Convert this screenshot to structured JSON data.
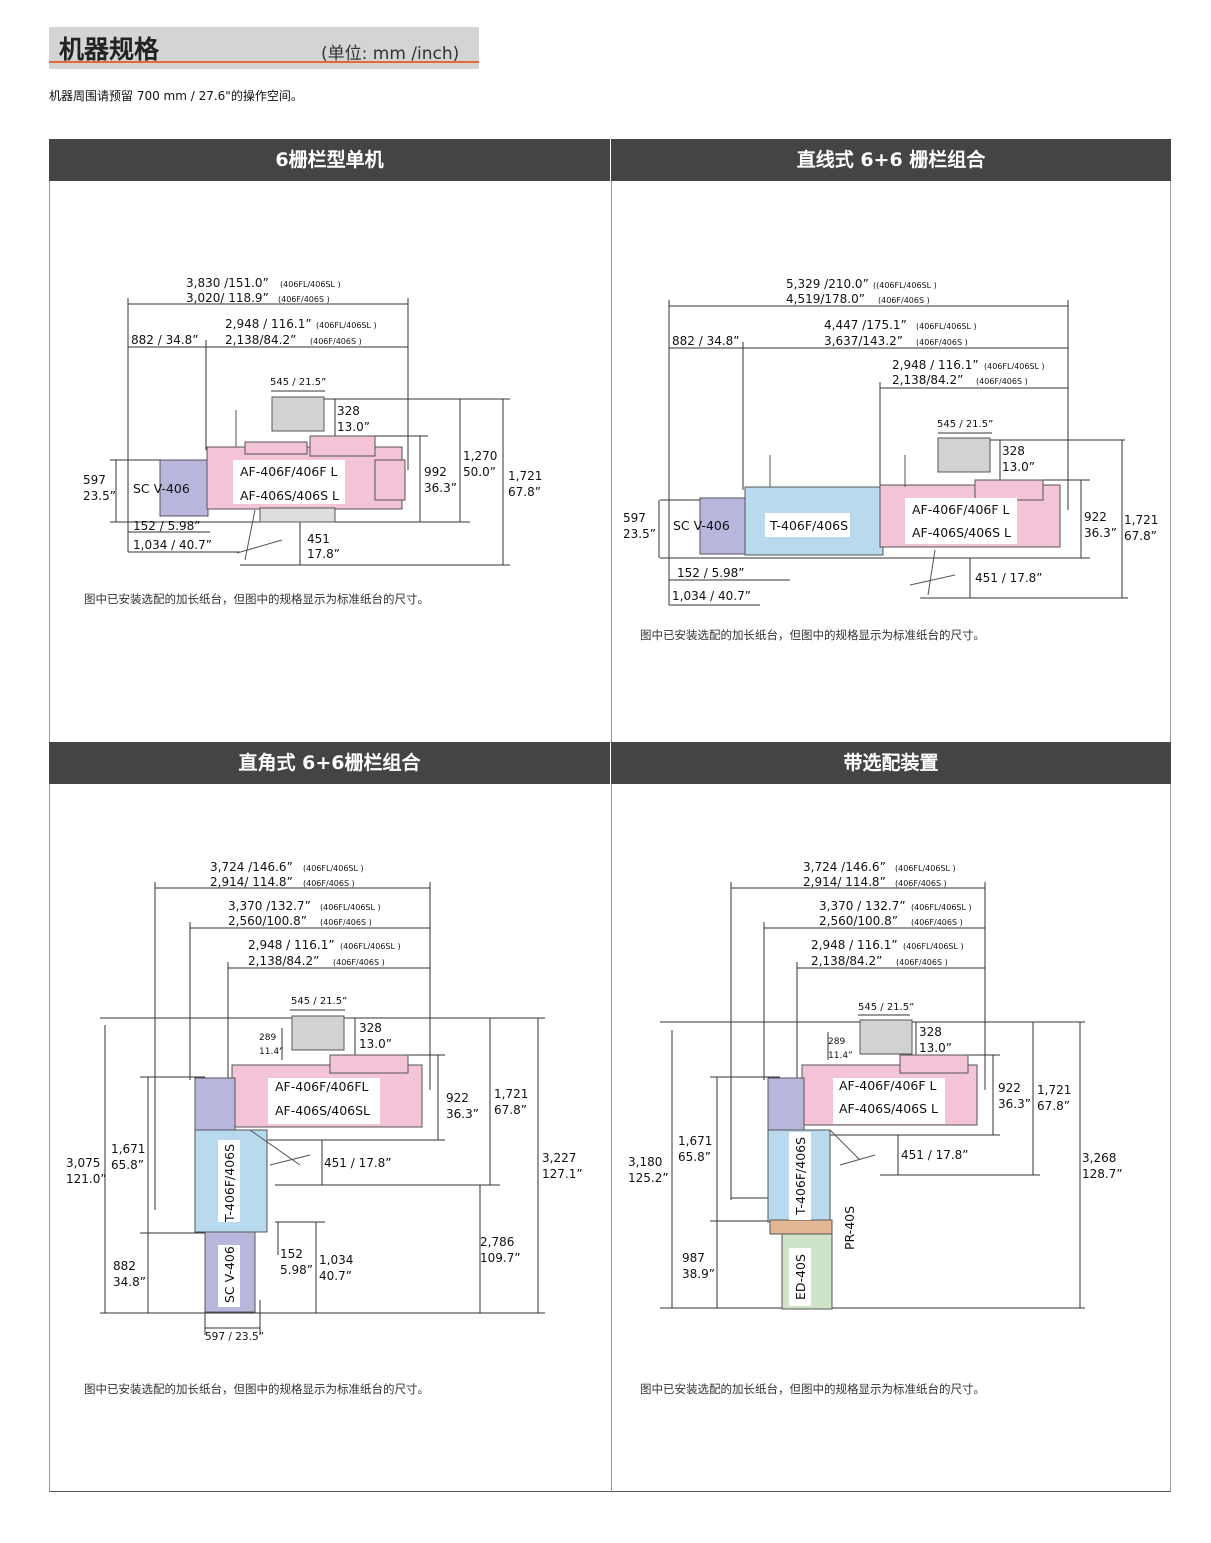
{
  "header": {
    "title": "机器规格",
    "unit": "(单位: mm /inch)"
  },
  "note": "机器周围请预留 700 mm / 27.6\"的操作空间。",
  "caption": "图中已安装选配的加长纸台，但图中的规格显示为标准纸台的尺寸。",
  "colors": {
    "pink": "#f3c3d8",
    "blue": "#b9d9ee",
    "purple": "#b9b6de",
    "gray": "#d2d2d2",
    "green": "#cfe3c8",
    "orange": "#e2b793",
    "header": "#444444"
  },
  "panels": [
    {
      "title": "6栅栏型单机",
      "labels": {
        "af1": "AF-406F/406F L",
        "af2": "AF-406S/406S L",
        "sc": "SC V-406"
      },
      "dims": {
        "d1a": "3,830 /151.0”",
        "d1an": "(406FL/406SL )",
        "d1b": "3,020/ 118.9”",
        "d1bn": "(406F/406S )",
        "d2a": "2,948 / 116.1”",
        "d2an": "(406FL/406SL )",
        "d2b": "2,138/84.2”",
        "d2bn": "(406F/406S )",
        "d3": "882 / 34.8”",
        "d4": "545 / 21.5”",
        "d5a": "328",
        "d5b": "13.0”",
        "d6a": "992",
        "d6b": "36.3”",
        "d7a": "1,270",
        "d7b": "50.0”",
        "d8a": "1,721",
        "d8b": "67.8”",
        "d9a": "597",
        "d9b": "23.5”",
        "d10": "152 / 5.98”",
        "d11": "1,034 / 40.7”",
        "d12a": "451",
        "d12b": "17.8”"
      }
    },
    {
      "title": "直线式 6+6 栅栏组合",
      "labels": {
        "af1": "AF-406F/406F L",
        "af2": "AF-406S/406S L",
        "sc": "SC V-406",
        "t": "T-406F/406S"
      },
      "dims": {
        "d1a": "5,329 /210.0”",
        "d1an": "((406FL/406SL )",
        "d1b": "4,519/178.0”",
        "d1bn": "(406F/406S )",
        "d2a": "4,447 /175.1”",
        "d2an": "(406FL/406SL )",
        "d2b": "3,637/143.2”",
        "d2bn": "(406F/406S )",
        "d3a": "2,948 / 116.1”",
        "d3an": "(406FL/406SL )",
        "d3b": "2,138/84.2”",
        "d3bn": "(406F/406S )",
        "d4": "882 / 34.8”",
        "d5": "545 / 21.5”",
        "d6a": "328",
        "d6b": "13.0”",
        "d7a": "922",
        "d7b": "36.3”",
        "d8a": "1,721",
        "d8b": "67.8”",
        "d9a": "597",
        "d9b": "23.5”",
        "d10": "152 / 5.98”",
        "d11": "1,034 / 40.7”",
        "d12": "451 / 17.8”"
      }
    },
    {
      "title": "直角式 6+6栅栏组合",
      "labels": {
        "af1": "AF-406F/406FL",
        "af2": "AF-406S/406SL",
        "sc": "SC V-406",
        "t": "T-406F/406S"
      },
      "dims": {
        "d1a": "3,724 /146.6”",
        "d1an": "(406FL/406SL )",
        "d1b": "2,914/ 114.8”",
        "d1bn": "(406F/406S )",
        "d2a": "3,370 /132.7”",
        "d2an": "(406FL/406SL )",
        "d2b": "2,560/100.8”",
        "d2bn": "(406F/406S )",
        "d3a": "2,948 / 116.1”",
        "d3an": "(406FL/406SL )",
        "d3b": "2,138/84.2”",
        "d3bn": "(406F/406S )",
        "d4": "545 / 21.5”",
        "d5a": "328",
        "d5b": "13.0”",
        "d6a": "289",
        "d6b": "11.4”",
        "d7a": "922",
        "d7b": "36.3”",
        "d8a": "1,721",
        "d8b": "67.8”",
        "d9a": "3,227",
        "d9b": "127.1”",
        "d10a": "3,075",
        "d10b": "121.0”",
        "d11a": "1,671",
        "d11b": "65.8”",
        "d12a": "882",
        "d12b": "34.8”",
        "d13": "451 / 17.8”",
        "d14a": "152",
        "d14b": "5.98”",
        "d15a": "1,034",
        "d15b": "40.7”",
        "d16a": "2,786",
        "d16b": "109.7”",
        "d17": "597 / 23.5”"
      }
    },
    {
      "title": "带选配装置",
      "labels": {
        "af1": "AF-406F/406F L",
        "af2": "AF-406S/406S L",
        "t": "T-406F/406S",
        "pr": "PR-40S",
        "ed": "ED-40S"
      },
      "dims": {
        "d1a": "3,724 /146.6”",
        "d1an": "(406FL/406SL )",
        "d1b": "2,914/ 114.8”",
        "d1bn": "(406F/406S )",
        "d2a": "3,370 / 132.7”",
        "d2an": "(406FL/406SL )",
        "d2b": "2,560/100.8”",
        "d2bn": "(406F/406S )",
        "d3a": "2,948 / 116.1”",
        "d3an": "(406FL/406SL )",
        "d3b": "2,138/84.2”",
        "d3bn": "(406F/406S )",
        "d4": "545 / 21.5”",
        "d5a": "328",
        "d5b": "13.0”",
        "d6a": "289",
        "d6b": "11.4”",
        "d7a": "922",
        "d7b": "36.3”",
        "d8a": "1,721",
        "d8b": "67.8”",
        "d9a": "3,268",
        "d9b": "128.7”",
        "d10a": "3,180",
        "d10b": "125.2”",
        "d11a": "1,671",
        "d11b": "65.8”",
        "d12a": "987",
        "d12b": "38.9”",
        "d13": "451 / 17.8”"
      }
    }
  ]
}
